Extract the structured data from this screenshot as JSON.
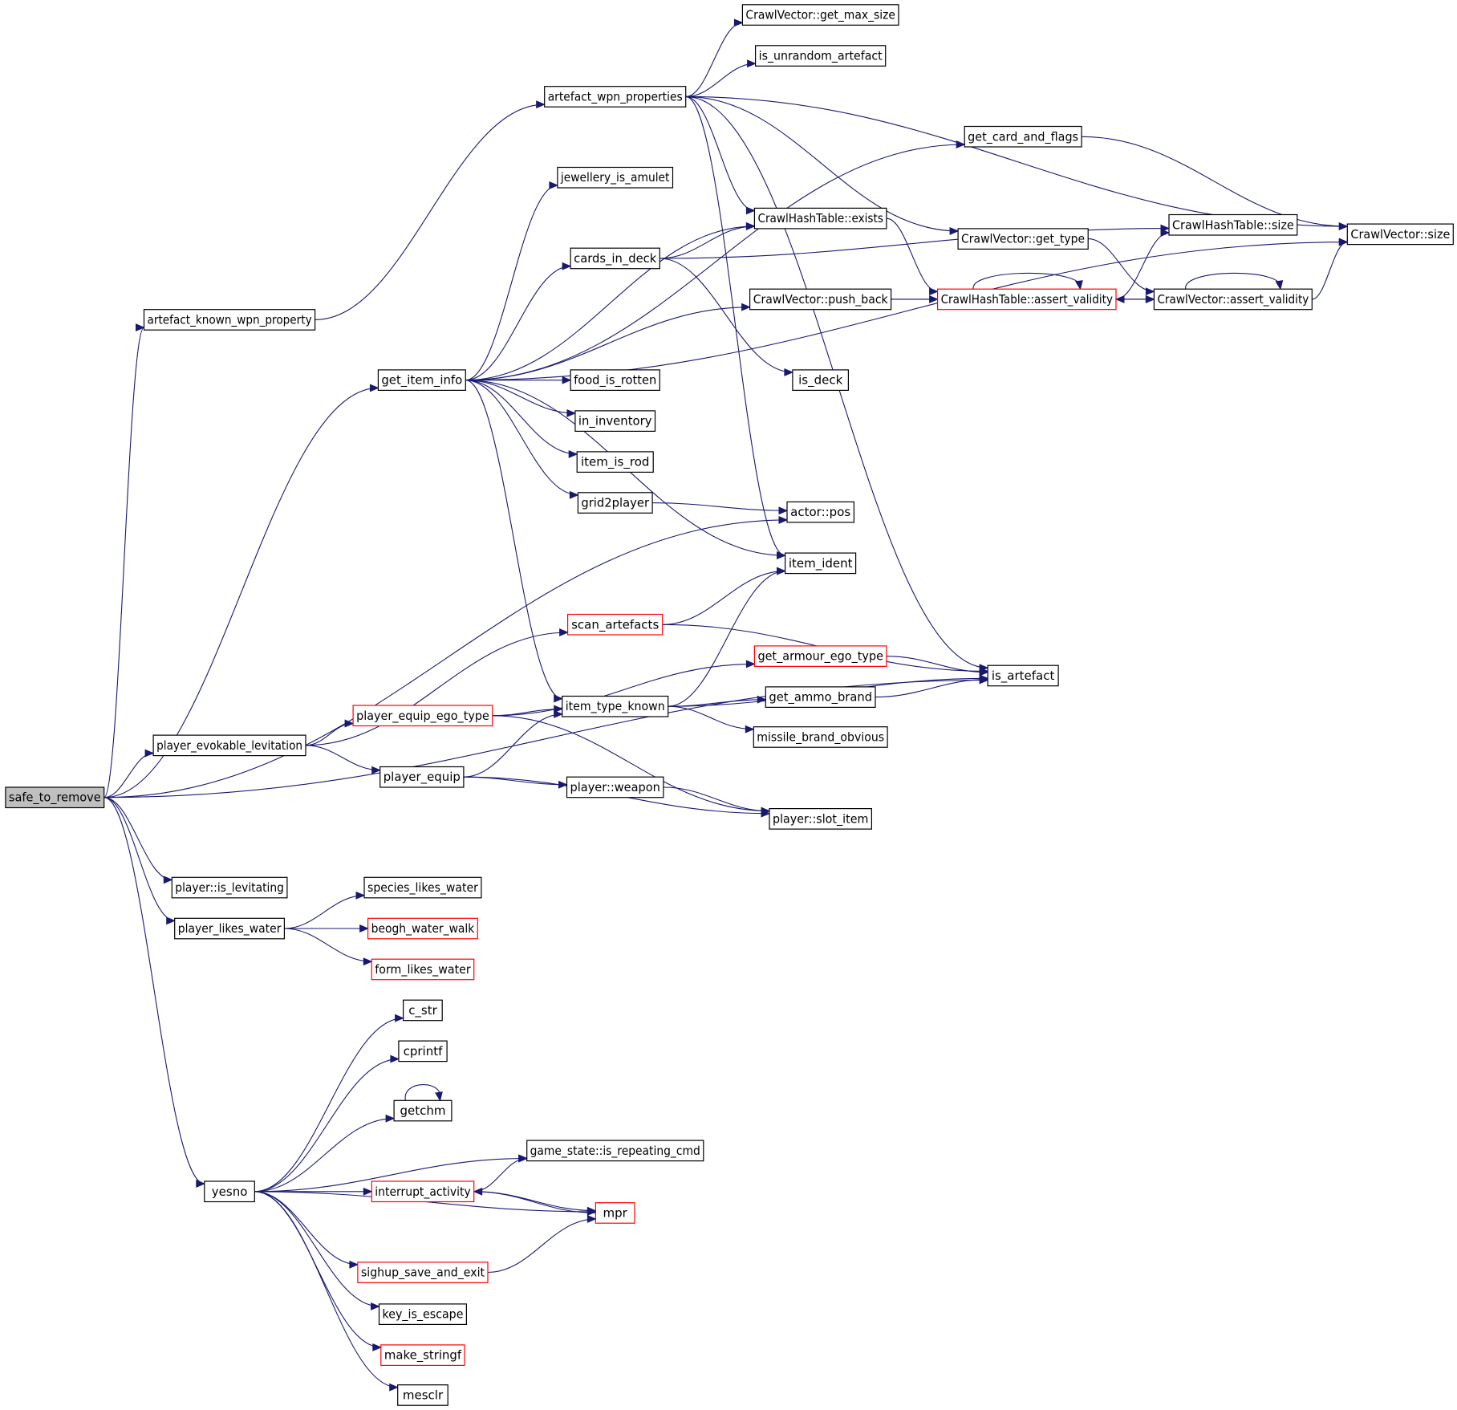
{
  "colors": {
    "edge": "#191970",
    "node_border": "#000000",
    "truncated_border": "#ff0000",
    "root_fill": "#bfbfbf",
    "background": "#ffffff"
  },
  "nodes": [
    {
      "id": "safe_to_remove",
      "label": "safe_to_remove",
      "style": "root"
    },
    {
      "id": "artefact_known_wpn_property",
      "label": "artefact_known_wpn_property",
      "style": "normal"
    },
    {
      "id": "get_item_info",
      "label": "get_item_info",
      "style": "normal"
    },
    {
      "id": "player_evokable_levitation",
      "label": "player_evokable_levitation",
      "style": "normal"
    },
    {
      "id": "player_is_levitating",
      "label": "player::is_levitating",
      "style": "normal"
    },
    {
      "id": "player_likes_water",
      "label": "player_likes_water",
      "style": "normal"
    },
    {
      "id": "yesno",
      "label": "yesno",
      "style": "normal"
    },
    {
      "id": "artefact_wpn_properties",
      "label": "artefact_wpn_properties",
      "style": "normal"
    },
    {
      "id": "crawlvector_get_max_size",
      "label": "CrawlVector::get_max_size",
      "style": "normal"
    },
    {
      "id": "is_unrandom_artefact",
      "label": "is_unrandom_artefact",
      "style": "normal"
    },
    {
      "id": "get_card_and_flags",
      "label": "get_card_and_flags",
      "style": "normal"
    },
    {
      "id": "jewellery_is_amulet",
      "label": "jewellery_is_amulet",
      "style": "normal"
    },
    {
      "id": "crawlhashtable_exists",
      "label": "CrawlHashTable::exists",
      "style": "normal"
    },
    {
      "id": "cards_in_deck",
      "label": "cards_in_deck",
      "style": "normal"
    },
    {
      "id": "crawlvector_get_type",
      "label": "CrawlVector::get_type",
      "style": "normal"
    },
    {
      "id": "crawlhashtable_size",
      "label": "CrawlHashTable::size",
      "style": "normal"
    },
    {
      "id": "crawlvector_size",
      "label": "CrawlVector::size",
      "style": "normal"
    },
    {
      "id": "crawlvector_push_back",
      "label": "CrawlVector::push_back",
      "style": "normal"
    },
    {
      "id": "crawlhashtable_assert_validity",
      "label": "CrawlHashTable::assert_validity",
      "style": "truncated"
    },
    {
      "id": "crawlvector_assert_validity",
      "label": "CrawlVector::assert_validity",
      "style": "normal"
    },
    {
      "id": "is_deck",
      "label": "is_deck",
      "style": "normal"
    },
    {
      "id": "food_is_rotten",
      "label": "food_is_rotten",
      "style": "normal"
    },
    {
      "id": "in_inventory",
      "label": "in_inventory",
      "style": "normal"
    },
    {
      "id": "item_is_rod",
      "label": "item_is_rod",
      "style": "normal"
    },
    {
      "id": "grid2player",
      "label": "grid2player",
      "style": "normal"
    },
    {
      "id": "actor_pos",
      "label": "actor::pos",
      "style": "normal"
    },
    {
      "id": "item_ident",
      "label": "item_ident",
      "style": "normal"
    },
    {
      "id": "scan_artefacts",
      "label": "scan_artefacts",
      "style": "truncated"
    },
    {
      "id": "get_armour_ego_type",
      "label": "get_armour_ego_type",
      "style": "truncated"
    },
    {
      "id": "is_artefact",
      "label": "is_artefact",
      "style": "normal"
    },
    {
      "id": "player_equip_ego_type",
      "label": "player_equip_ego_type",
      "style": "truncated"
    },
    {
      "id": "item_type_known",
      "label": "item_type_known",
      "style": "normal"
    },
    {
      "id": "get_ammo_brand",
      "label": "get_ammo_brand",
      "style": "normal"
    },
    {
      "id": "missile_brand_obvious",
      "label": "missile_brand_obvious",
      "style": "normal"
    },
    {
      "id": "player_equip",
      "label": "player_equip",
      "style": "normal"
    },
    {
      "id": "player_weapon",
      "label": "player::weapon",
      "style": "normal"
    },
    {
      "id": "player_slot_item",
      "label": "player::slot_item",
      "style": "normal"
    },
    {
      "id": "species_likes_water",
      "label": "species_likes_water",
      "style": "normal"
    },
    {
      "id": "beogh_water_walk",
      "label": "beogh_water_walk",
      "style": "truncated"
    },
    {
      "id": "form_likes_water",
      "label": "form_likes_water",
      "style": "truncated"
    },
    {
      "id": "c_str",
      "label": "c_str",
      "style": "normal"
    },
    {
      "id": "cprintf",
      "label": "cprintf",
      "style": "normal"
    },
    {
      "id": "getchm",
      "label": "getchm",
      "style": "normal"
    },
    {
      "id": "game_state_is_repeating_cmd",
      "label": "game_state::is_repeating_cmd",
      "style": "normal"
    },
    {
      "id": "interrupt_activity",
      "label": "interrupt_activity",
      "style": "truncated"
    },
    {
      "id": "mpr",
      "label": "mpr",
      "style": "truncated"
    },
    {
      "id": "sighup_save_and_exit",
      "label": "sighup_save_and_exit",
      "style": "truncated"
    },
    {
      "id": "key_is_escape",
      "label": "key_is_escape",
      "style": "normal"
    },
    {
      "id": "make_stringf",
      "label": "make_stringf",
      "style": "truncated"
    },
    {
      "id": "mesclr",
      "label": "mesclr",
      "style": "normal"
    }
  ],
  "edges": [
    [
      "safe_to_remove",
      "artefact_known_wpn_property"
    ],
    [
      "safe_to_remove",
      "get_item_info"
    ],
    [
      "safe_to_remove",
      "actor_pos"
    ],
    [
      "safe_to_remove",
      "player_evokable_levitation"
    ],
    [
      "safe_to_remove",
      "is_artefact"
    ],
    [
      "safe_to_remove",
      "player_is_levitating"
    ],
    [
      "safe_to_remove",
      "player_likes_water"
    ],
    [
      "safe_to_remove",
      "yesno"
    ],
    [
      "artefact_known_wpn_property",
      "artefact_wpn_properties"
    ],
    [
      "artefact_wpn_properties",
      "crawlvector_get_max_size"
    ],
    [
      "artefact_wpn_properties",
      "is_unrandom_artefact"
    ],
    [
      "artefact_wpn_properties",
      "crawlvector_size"
    ],
    [
      "artefact_wpn_properties",
      "crawlhashtable_exists"
    ],
    [
      "artefact_wpn_properties",
      "crawlvector_get_type"
    ],
    [
      "artefact_wpn_properties",
      "is_artefact"
    ],
    [
      "artefact_wpn_properties",
      "item_ident"
    ],
    [
      "get_item_info",
      "get_card_and_flags"
    ],
    [
      "get_item_info",
      "jewellery_is_amulet"
    ],
    [
      "get_item_info",
      "crawlhashtable_exists"
    ],
    [
      "get_item_info",
      "cards_in_deck"
    ],
    [
      "get_item_info",
      "crawlvector_push_back"
    ],
    [
      "get_item_info",
      "crawlvector_size"
    ],
    [
      "get_item_info",
      "food_is_rotten"
    ],
    [
      "get_item_info",
      "in_inventory"
    ],
    [
      "get_item_info",
      "item_is_rod"
    ],
    [
      "get_item_info",
      "grid2player"
    ],
    [
      "get_item_info",
      "item_ident"
    ],
    [
      "get_item_info",
      "item_type_known"
    ],
    [
      "get_card_and_flags",
      "crawlvector_size"
    ],
    [
      "cards_in_deck",
      "crawlhashtable_exists"
    ],
    [
      "cards_in_deck",
      "crawlhashtable_size"
    ],
    [
      "cards_in_deck",
      "is_deck"
    ],
    [
      "crawlhashtable_exists",
      "crawlhashtable_assert_validity"
    ],
    [
      "crawlvector_get_type",
      "crawlvector_assert_validity"
    ],
    [
      "crawlvector_push_back",
      "crawlhashtable_assert_validity"
    ],
    [
      "crawlvector_push_back",
      "crawlvector_assert_validity"
    ],
    [
      "crawlhashtable_assert_validity",
      "crawlhashtable_assert_validity"
    ],
    [
      "crawlhashtable_assert_validity",
      "crawlhashtable_size"
    ],
    [
      "crawlhashtable_assert_validity",
      "crawlvector_assert_validity"
    ],
    [
      "crawlvector_assert_validity",
      "crawlhashtable_assert_validity"
    ],
    [
      "crawlvector_assert_validity",
      "crawlvector_assert_validity"
    ],
    [
      "crawlvector_assert_validity",
      "crawlvector_size"
    ],
    [
      "grid2player",
      "actor_pos"
    ],
    [
      "scan_artefacts",
      "item_ident"
    ],
    [
      "scan_artefacts",
      "is_artefact"
    ],
    [
      "get_armour_ego_type",
      "is_artefact"
    ],
    [
      "get_ammo_brand",
      "is_artefact"
    ],
    [
      "player_evokable_levitation",
      "scan_artefacts"
    ],
    [
      "player_evokable_levitation",
      "player_equip_ego_type"
    ],
    [
      "player_evokable_levitation",
      "player_equip"
    ],
    [
      "player_equip_ego_type",
      "get_armour_ego_type"
    ],
    [
      "player_equip_ego_type",
      "item_type_known"
    ],
    [
      "player_equip_ego_type",
      "player_slot_item"
    ],
    [
      "item_type_known",
      "item_ident"
    ],
    [
      "item_type_known",
      "get_ammo_brand"
    ],
    [
      "item_type_known",
      "missile_brand_obvious"
    ],
    [
      "item_type_known",
      "is_artefact"
    ],
    [
      "player_equip",
      "item_type_known"
    ],
    [
      "player_equip",
      "player_weapon"
    ],
    [
      "player_equip",
      "player_slot_item"
    ],
    [
      "player_weapon",
      "player_slot_item"
    ],
    [
      "player_likes_water",
      "species_likes_water"
    ],
    [
      "player_likes_water",
      "beogh_water_walk"
    ],
    [
      "player_likes_water",
      "form_likes_water"
    ],
    [
      "yesno",
      "c_str"
    ],
    [
      "yesno",
      "cprintf"
    ],
    [
      "yesno",
      "getchm"
    ],
    [
      "yesno",
      "game_state_is_repeating_cmd"
    ],
    [
      "yesno",
      "interrupt_activity"
    ],
    [
      "yesno",
      "mpr"
    ],
    [
      "yesno",
      "sighup_save_and_exit"
    ],
    [
      "yesno",
      "key_is_escape"
    ],
    [
      "yesno",
      "make_stringf"
    ],
    [
      "yesno",
      "mesclr"
    ],
    [
      "getchm",
      "getchm"
    ],
    [
      "interrupt_activity",
      "game_state_is_repeating_cmd"
    ],
    [
      "interrupt_activity",
      "mpr"
    ],
    [
      "mpr",
      "interrupt_activity"
    ],
    [
      "sighup_save_and_exit",
      "mpr"
    ]
  ]
}
